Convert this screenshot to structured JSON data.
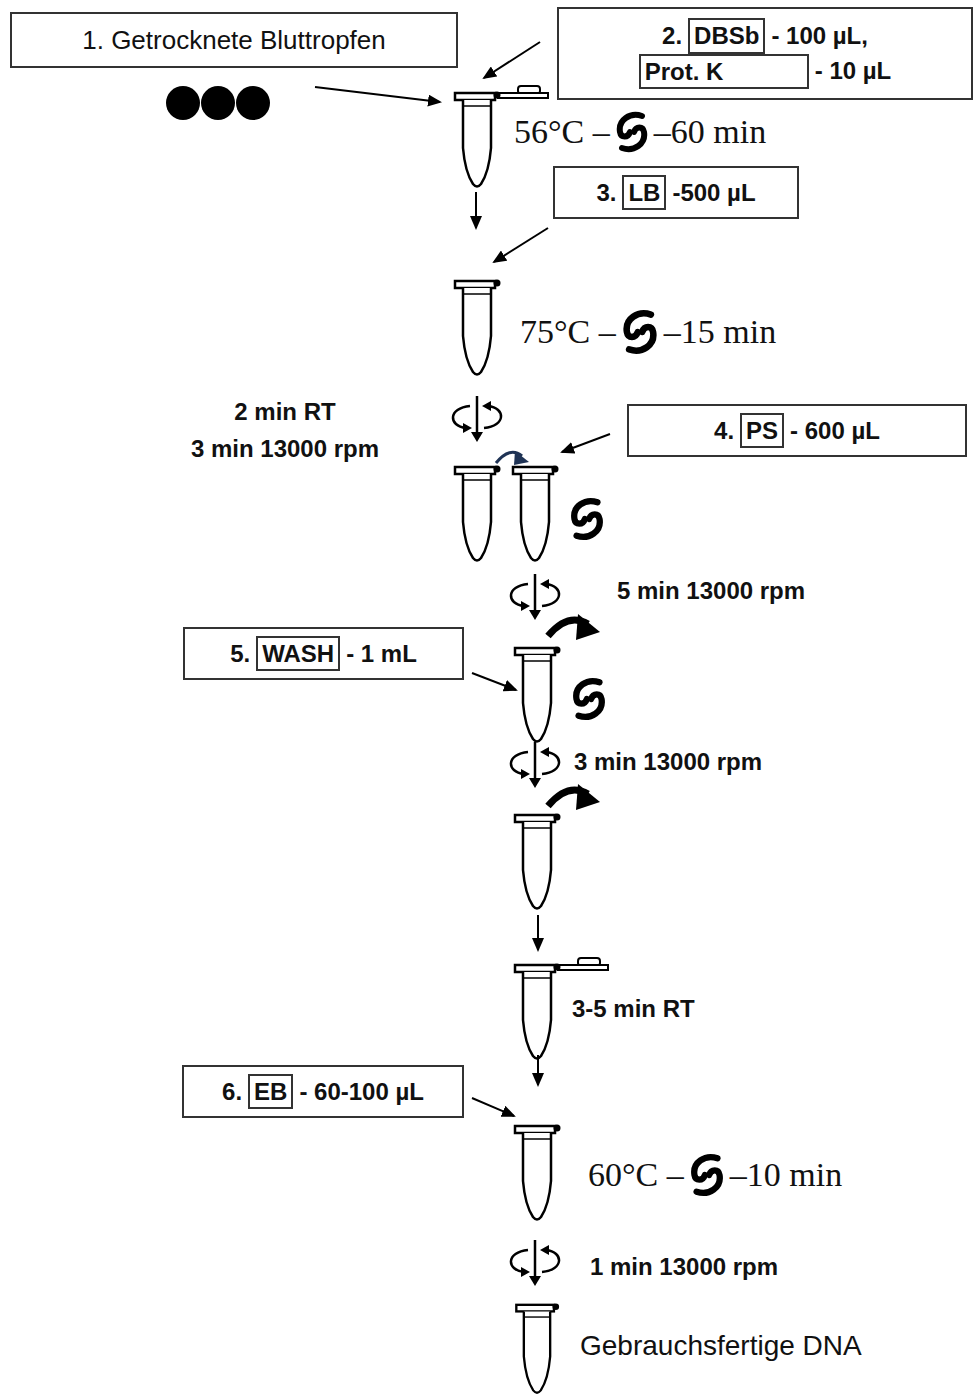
{
  "diagram": {
    "nodes": [
      {
        "text": [
          "1. Getrocknete Bluttropfen"
        ]
      },
      {
        "text": [
          "2.",
          "- 100 µL,",
          "- 10 µL"
        ]
      },
      {
        "text": [
          "DBSb"
        ],
        "in": 1
      },
      {
        "text": [
          "Prot. K"
        ],
        "in": 1
      },
      {
        "text": [
          "3.",
          "-500 µL"
        ]
      },
      {
        "text": [
          "LB"
        ],
        "in": 4
      },
      {
        "text": [
          "4.",
          "- 600 µL"
        ]
      },
      {
        "text": [
          "PS"
        ],
        "in": 6
      },
      {
        "text": [
          "5.",
          "- 1 mL"
        ]
      },
      {
        "text": [
          "WASH"
        ],
        "in": 8
      },
      {
        "text": [
          "6.",
          "- 60-100 µL"
        ]
      },
      {
        "text": [
          "EB"
        ],
        "in": 10
      }
    ],
    "labels": [
      "56°C –",
      "–60 min",
      "75°C –",
      "–15 min",
      "2 min RT",
      "3 min 13000 rpm",
      "5 min 13000 rpm",
      "3 min 13000 rpm",
      "3-5 min RT",
      "60°C –",
      "–10 min",
      "1 min 13000 rpm",
      "Gebrauchsfertige DNA"
    ]
  }
}
